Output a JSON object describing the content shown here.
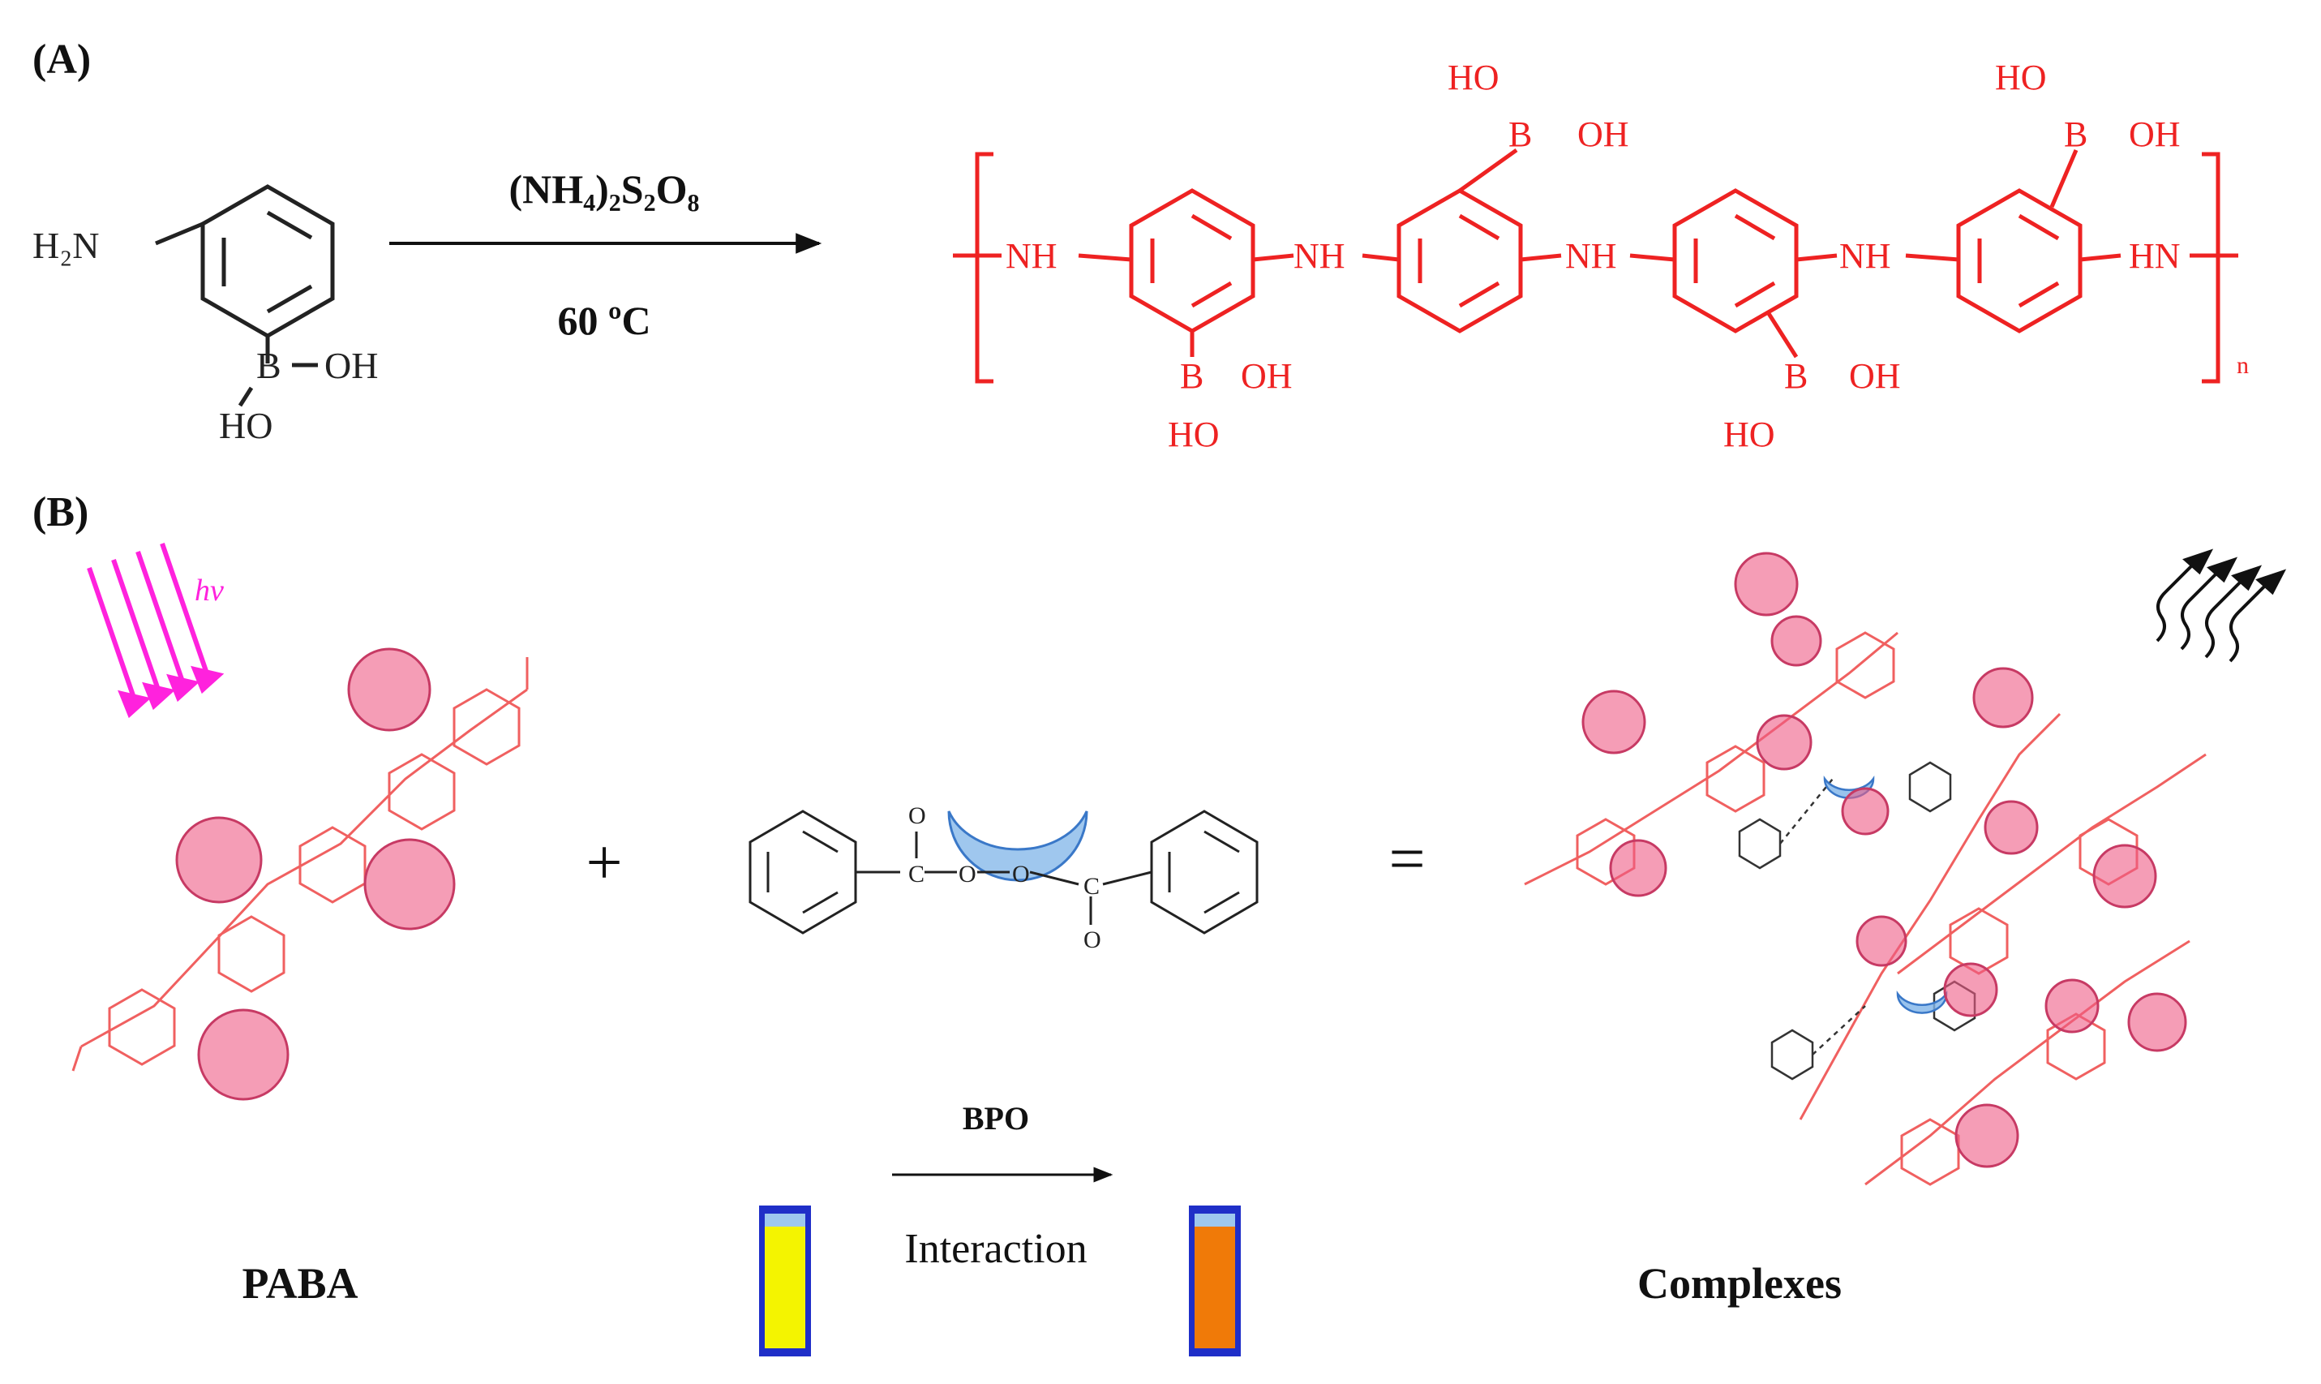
{
  "panels": {
    "a": {
      "label": "(A)"
    },
    "b": {
      "label": "(B)"
    }
  },
  "reaction_a": {
    "reactant": {
      "amine": "H₂N",
      "boron": "B",
      "oh": "OH",
      "ho": "HO"
    },
    "reagent": "(NH₄)₂S₂O₈",
    "condition": "60 ºC",
    "product": {
      "nh": "NH",
      "hn": "HN",
      "b": "B",
      "oh": "OH",
      "ho": "HO",
      "repeat": "n"
    }
  },
  "scheme_b": {
    "light_label": "hv",
    "plus": "+",
    "equals": "=",
    "bpo_atoms": {
      "o": "O",
      "c": "C"
    },
    "arrow_top": "BPO",
    "arrow_bottom": "Interaction",
    "left_caption": "PABA",
    "right_caption": "Complexes"
  },
  "colors": {
    "polymer": "#ee2222",
    "boronic_highlight": "#ee5c86",
    "bpo_highlight": "#7fb4e8",
    "light_arrows": "#ff22dd",
    "vial_before": "#f4f400",
    "vial_after": "#f07a08",
    "vial_frame": "#1f2fc8"
  }
}
